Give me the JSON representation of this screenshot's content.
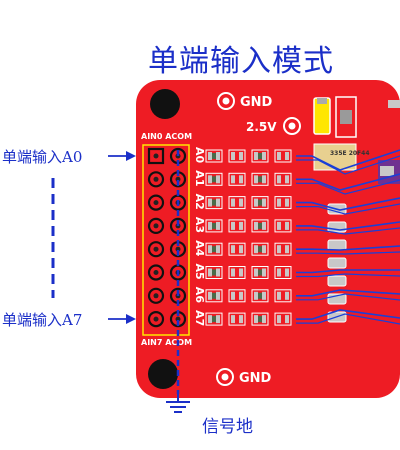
{
  "title": "单端输入模式",
  "labels": {
    "a0": "单端输入A0",
    "a7": "单端输入A7",
    "signal_ground": "信号地"
  },
  "silkscreen": {
    "gnd_top": "GND",
    "gnd_bottom": "GND",
    "vref": "2.5V",
    "header_top": "AIN0 ACOM",
    "header_bottom": "AIN7 ACOM",
    "channels": [
      "A0",
      "A1",
      "A2",
      "A3",
      "A4",
      "A5",
      "A6",
      "A7"
    ],
    "chip_marking": "335E 20F44"
  },
  "colors": {
    "board": "#ee1c24",
    "annotation": "#1b2fc8",
    "trace": "#1a3fd8",
    "silk": "#ffffff",
    "silk_yellow": "#ffe600",
    "pad": "#c8c8c8"
  }
}
